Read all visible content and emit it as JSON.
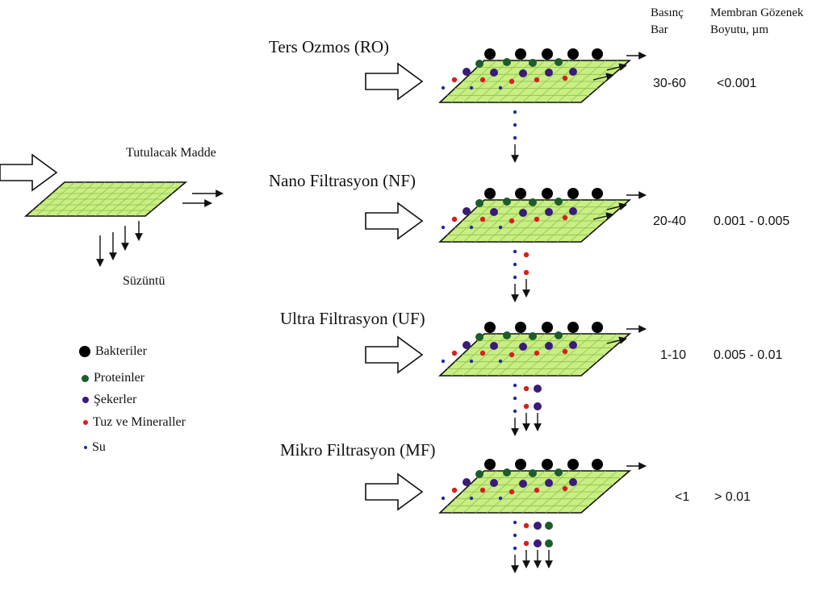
{
  "header": {
    "pressure_line1": "Basınç",
    "pressure_line2": "Bar",
    "pore_line1": "Membran Gözenek",
    "pore_line2": "Boyutu, µm"
  },
  "overview": {
    "retained_label": "Tutulacak Madde",
    "permeate_label": "Süzüntü"
  },
  "processes": [
    {
      "name": "Ters Ozmos (RO)",
      "pressure": "30-60",
      "pore_size": "<0.001",
      "passing": [
        "water"
      ]
    },
    {
      "name": "Nano Filtrasyon (NF)",
      "pressure": "20-40",
      "pore_size": "0.001 - 0.005",
      "passing": [
        "water",
        "salt"
      ]
    },
    {
      "name": "Ultra Filtrasyon (UF)",
      "pressure": "1-10",
      "pore_size": "0.005 - 0.01",
      "passing": [
        "water",
        "salt",
        "sugar"
      ]
    },
    {
      "name": "Mikro Filtrasyon (MF)",
      "pressure": "<1",
      "pore_size": "> 0.01",
      "passing": [
        "water",
        "salt",
        "sugar",
        "protein"
      ]
    }
  ],
  "legend": [
    {
      "key": "bacteria",
      "label": "Bakteriler",
      "color": "#000000"
    },
    {
      "key": "protein",
      "label": "Proteinler",
      "color": "#1d5c2a"
    },
    {
      "key": "sugar",
      "label": "Şekerler",
      "color": "#3b1a78"
    },
    {
      "key": "salt",
      "label": "Tuz ve Mineraller",
      "color": "#d42020"
    },
    {
      "key": "water",
      "label": "Su",
      "color": "#1a2fa0"
    }
  ],
  "colors": {
    "membrane_fill": "#c8ee84",
    "membrane_grid": "#8fbf4a",
    "membrane_edge": "#111111"
  }
}
